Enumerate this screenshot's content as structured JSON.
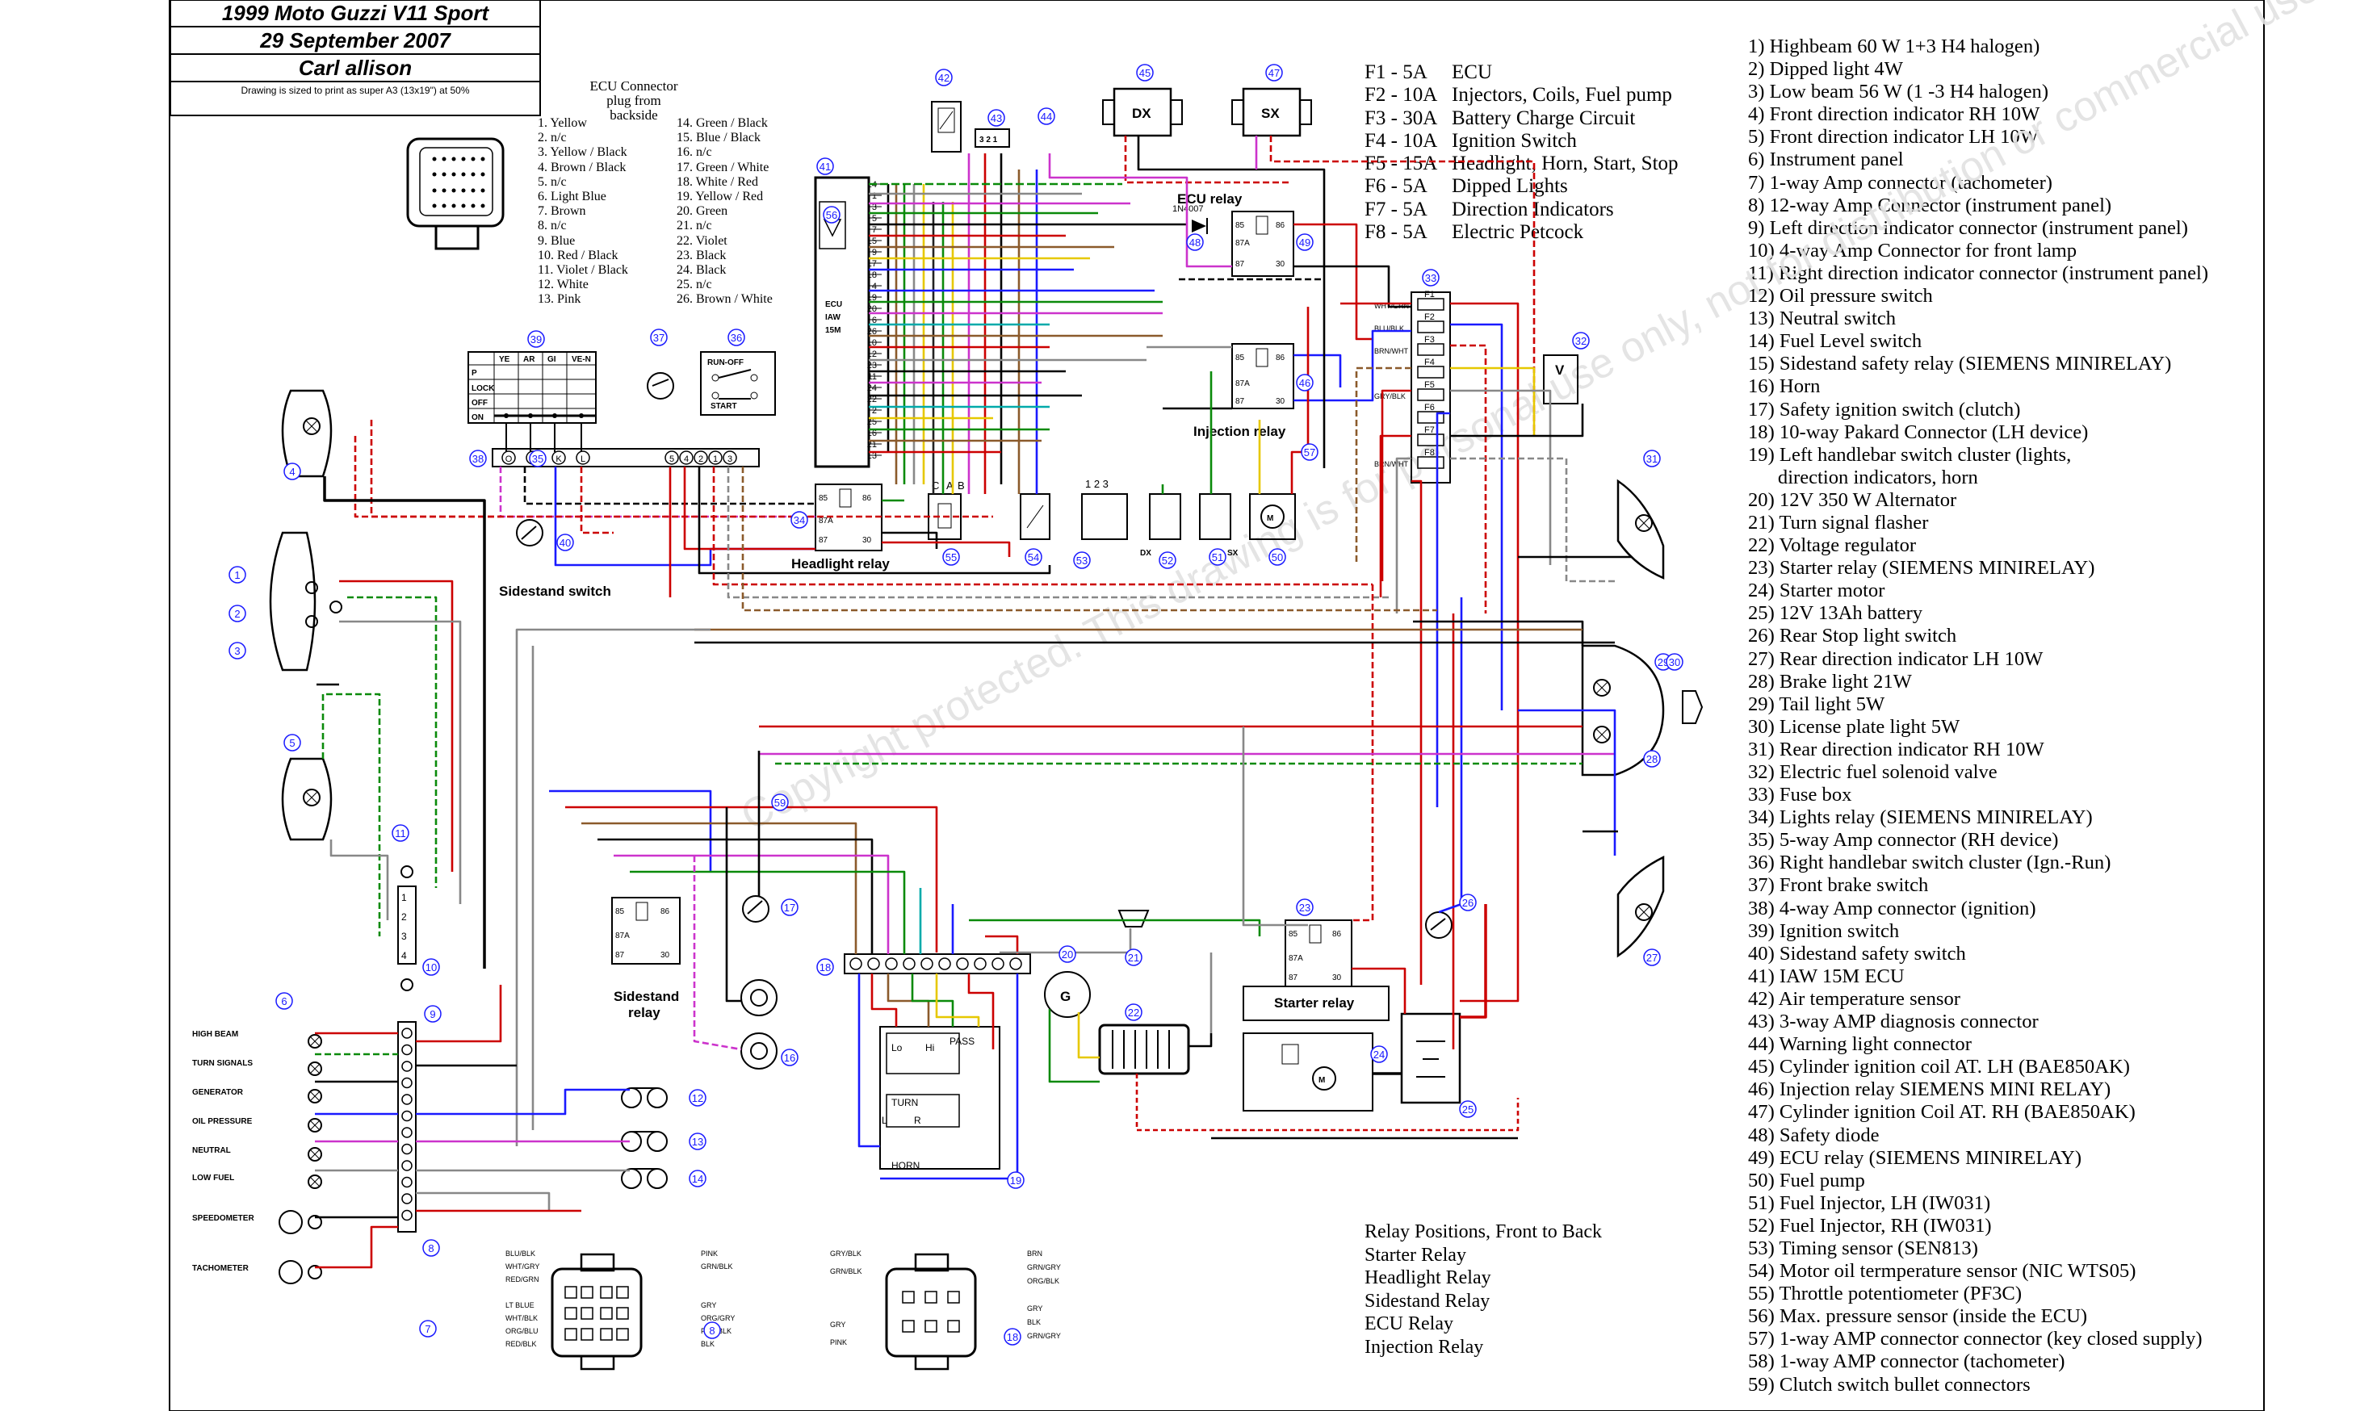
{
  "title_block": {
    "title": "1999 Moto Guzzi V11 Sport",
    "date": "29 September 2007",
    "author": "Carl allison",
    "note": "Drawing is sized to print as super A3 (13x19\") at 50%"
  },
  "ecu_connector": {
    "title": "ECU Connector",
    "subtitle": "plug from backside",
    "pins_left": [
      "1. Yellow",
      "2. n/c",
      "3. Yellow / Black",
      "4. Brown / Black",
      "5. n/c",
      "6. Light Blue",
      "7. Brown",
      "8. n/c",
      "9. Blue",
      "10. Red / Black",
      "11. Violet / Black",
      "12. White",
      "13. Pink"
    ],
    "pins_right": [
      "14. Green / Black",
      "15. Blue / Black",
      "16. n/c",
      "17. Green / White",
      "18. White / Red",
      "19. Yellow / Red",
      "20. Green",
      "21. n/c",
      "22. Violet",
      "23. Black",
      "24. Black",
      "25. n/c",
      "26. Brown / White"
    ]
  },
  "fuses": [
    {
      "id": "F1 - 5A",
      "desc": "ECU"
    },
    {
      "id": "F2 - 10A",
      "desc": "Injectors, Coils, Fuel pump"
    },
    {
      "id": "F3 - 30A",
      "desc": "Battery Charge Circuit"
    },
    {
      "id": "F4 - 10A",
      "desc": "Ignition Switch"
    },
    {
      "id": "F5 - 15A",
      "desc": "Headlight, Horn, Start, Stop"
    },
    {
      "id": "F6 - 5A",
      "desc": "Dipped Lights"
    },
    {
      "id": "F7 - 5A",
      "desc": "Direction Indicators"
    },
    {
      "id": "F8 - 5A",
      "desc": "Electric Petcock"
    }
  ],
  "legend": [
    "1) Highbeam 60 W 1+3 H4 halogen)",
    "2) Dipped light 4W",
    "3) Low beam 56 W (1 -3 H4 halogen)",
    "4) Front direction indicator RH 10W",
    "5) Front direction indicator LH 10W",
    "6) Instrument panel",
    "7) 1-way Amp connector (tachometer)",
    "8) 12-way Amp Connector (instrument panel)",
    "9) Left direction indicator connector (instrument panel)",
    "10) 4-way Amp Connector for front lamp",
    "11) Right direction indicator connector (instrument panel)",
    "12) Oil pressure switch",
    "13) Neutral switch",
    "14) Fuel Level switch",
    "15) Sidestand safety relay (SIEMENS MINIRELAY)",
    "16) Horn",
    "17) Safety ignition switch (clutch)",
    "18) 10-way Pakard Connector (LH device)",
    "19) Left handlebar switch cluster (lights,",
    "      direction indicators, horn",
    "20) 12V 350 W Alternator",
    "21) Turn signal flasher",
    "22) Voltage regulator",
    "23) Starter relay (SIEMENS MINIRELAY)",
    "24) Starter motor",
    "25) 12V 13Ah battery",
    "26) Rear Stop light switch",
    "27) Rear direction indicator LH 10W",
    "28) Brake light 21W",
    "29) Tail light 5W",
    "30) License plate light 5W",
    "31) Rear direction indicator RH 10W",
    "32) Electric fuel solenoid valve",
    "33) Fuse box",
    "34) Lights relay (SIEMENS MINIRELAY)",
    "35) 5-way Amp connector (RH device)",
    "36) Right handlebar switch cluster (Ign.-Run)",
    "37) Front brake switch",
    "38) 4-way Amp connector (ignition)",
    "39) Ignition switch",
    "40) Sidestand safety switch",
    "41) IAW 15M ECU",
    "42) Air temperature sensor",
    "43) 3-way AMP diagnosis connector",
    "44) Warning light connector",
    "45) Cylinder ignition coil AT. LH (BAE850AK)",
    "46) Injection relay SIEMENS MINI RELAY)",
    "47) Cylinder ignition Coil AT. RH (BAE850AK)",
    "48) Safety diode",
    "49) ECU relay (SIEMENS MINIRELAY)",
    "50) Fuel pump",
    "51) Fuel Injector, LH (IW031)",
    "52) Fuel Injector, RH (IW031)",
    "53) Timing sensor (SEN813)",
    "54) Motor oil termperature sensor (NIC WTS05)",
    "55) Throttle potentiometer (PF3C)",
    "56) Max. pressure sensor (inside the ECU)",
    "57) 1-way AMP connector connector (key closed supply)",
    "58) 1-way AMP connector (tachometer)",
    "59) Clutch switch bullet connectors"
  ],
  "relay_positions": {
    "title": "Relay Positions, Front to Back",
    "items": [
      "Starter Relay",
      "Headlight Relay",
      "Sidestand Relay",
      "ECU Relay",
      "Injection Relay"
    ]
  },
  "labels": {
    "ecu_relay": "ECU relay",
    "injection_relay": "Injection relay",
    "headlight_relay": "Headlight relay",
    "sidestand_switch": "Sidestand switch",
    "sidestand_relay_1": "Sidestand",
    "sidestand_relay_2": "relay",
    "starter_relay": "Starter relay",
    "ecu_box_1": "ECU",
    "ecu_box_2": "IAW",
    "ecu_box_3": "15M",
    "diode": "1N4007",
    "coil_dx": "DX",
    "coil_sx": "SX",
    "inj_dx": "DX",
    "inj_sx": "SX",
    "alternator": "G",
    "fuel_valve": "V",
    "high_beam": "HIGH  BEAM",
    "turn_signals": "TURN  SIGNALS",
    "generator": "GENERATOR",
    "oil_pressure": "OIL  PRESSURE",
    "neutral": "NEUTRAL",
    "low_fuel": "LOW  FUEL",
    "speedometer": "SPEEDOMETER",
    "tachometer": "TACHOMETER",
    "run_off": "RUN-OFF",
    "start": "START",
    "lo": "Lo",
    "hi": "Hi",
    "pass": "PASS",
    "turn": "TURN",
    "horn": "HORN",
    "l": "L",
    "r": "R",
    "c": "C",
    "a": "A",
    "b": "B"
  },
  "ignition_switch": {
    "cols": [
      "YE",
      "AR",
      "GI",
      "VE-N"
    ],
    "rows": [
      "P",
      "LOCK",
      "OFF",
      "ON"
    ]
  },
  "fusebox_slots": [
    "F1",
    "F2",
    "F3",
    "F4",
    "F5",
    "F6",
    "F7",
    "F8"
  ],
  "fusebox_wires": [
    "WHT/GRN",
    "BLU/BLK",
    "BRN/WHT",
    "",
    "GRY/BLK",
    "",
    "",
    "BRN/WHT"
  ],
  "connector_8": {
    "left": [
      "BLU/BLK",
      "WHT/GRY",
      "RED/GRN",
      "",
      "LT BLUE",
      "WHT/BLK",
      "ORG/BLU",
      "RED/BLK"
    ],
    "right": [
      "PINK",
      "GRN/BLK",
      "",
      "",
      "GRY",
      "ORG/GRY",
      "PNK/BLK",
      "BLK"
    ]
  },
  "connector_18": {
    "left": [
      "GRY/BLK",
      "GRN/BLK",
      "",
      "",
      "GRY",
      "PINK"
    ],
    "right": [
      "BRN",
      "GRN/GRY",
      "ORG/BLK",
      "",
      "GRY",
      "BLK",
      "GRN/GRY"
    ]
  },
  "ecu_pin_order": [
    "14",
    "1",
    "3",
    "5",
    "7",
    "15",
    "9",
    "17",
    "18",
    "4",
    "19",
    "20",
    "6",
    "26",
    "10",
    "12",
    "23",
    "11",
    "24",
    "22",
    "2",
    "25",
    "16",
    "21",
    "13"
  ],
  "relay_pins": [
    "85",
    "86",
    "87A",
    "87",
    "30"
  ],
  "connector_letters": [
    "O",
    "J",
    "K",
    "L",
    "5",
    "4",
    "2",
    "1",
    "3"
  ],
  "watermark": "Copyright protected. This drawing is for personal use only, not for distribution or commercial use."
}
